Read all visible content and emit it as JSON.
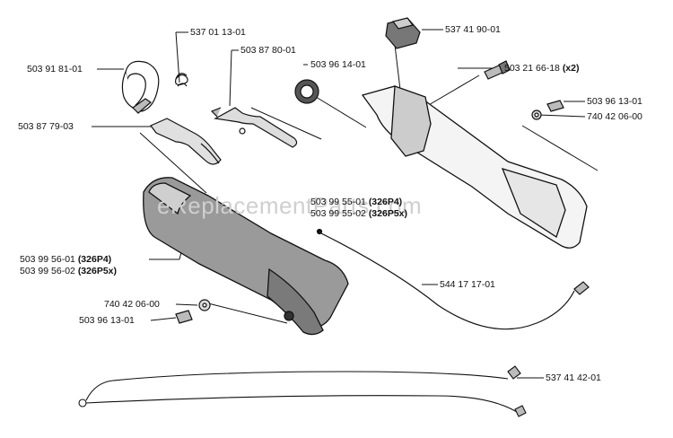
{
  "watermark": "eReplacementParts.com",
  "labels": {
    "p537011301": "537 01 13-01",
    "p503918101": "503 91 81-01",
    "p503878001": "503 87 80-01",
    "p503961401": "503 96 14-01",
    "p537419001": "537 41 90-01",
    "p503216618": "503 21 66-18",
    "p503216618_qty": "(x2)",
    "p503961301_right": "503 96 13-01",
    "p740420600_right": "740 42 06-00",
    "p503877903": "503 87 79-03",
    "p503995501": "503 99 55-01",
    "p503995501_model": "(326P4)",
    "p503995502": "503 99 55-02",
    "p503995502_model": "(326P5x)",
    "p503995601": "503 99 56-01",
    "p503995601_model": "(326P4)",
    "p503995602": "503 99 56-02",
    "p503995602_model": "(326P5x)",
    "p544171701": "544 17 17-01",
    "p740420600_left": "740 42 06-00",
    "p503961301_left": "503 96 13-01",
    "p537414201": "537 41 42-01"
  }
}
